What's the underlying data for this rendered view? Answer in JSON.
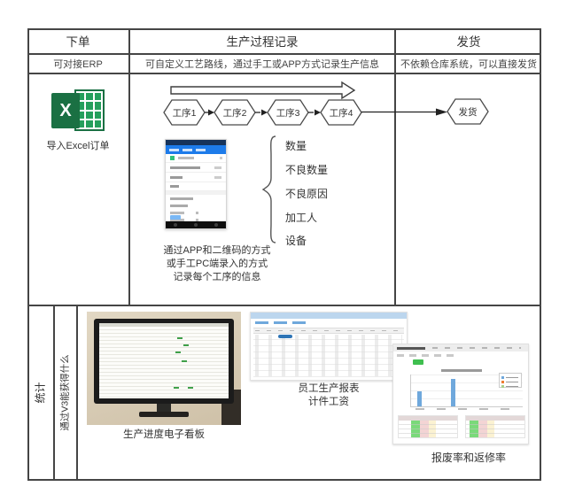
{
  "header": {
    "order": "下单",
    "process": "生产过程记录",
    "ship": "发货"
  },
  "subheader": {
    "order": "可对接ERP",
    "process": "可自定义工艺路线，通过手工或APP方式记录生产信息",
    "ship": "不依赖仓库系统，可以直接发货"
  },
  "order_cell": {
    "excel_letter": "X",
    "caption": "导入Excel订单"
  },
  "flow": {
    "steps": [
      "工序1",
      "工序2",
      "工序3",
      "工序4"
    ],
    "ship_node": "发货"
  },
  "record_fields": [
    "数量",
    "不良数量",
    "不良原因",
    "加工人",
    "设备"
  ],
  "note_lines": [
    "通过APP和二维码的方式",
    "或手工PC端录入的方式",
    "记录每个工序的信息"
  ],
  "stats": {
    "row_label": "统计",
    "question_label": "通过V3能获得什么",
    "board_caption": "生产进度电子看板",
    "report_caption_line1": "员工生产报表",
    "report_caption_line2": "计件工资",
    "rates_caption": "报废率和返修率"
  },
  "colors": {
    "grid_border": "#454545",
    "excel_green": "#1a7043",
    "app_blue": "#1d7bea",
    "bar_blue": "#6fa8dc",
    "button_green": "#3fbf4f",
    "highlight_green_cell": "#7ad97a",
    "highlight_pink_cell": "#f3d4d4",
    "highlight_yellow_cell": "#fbf2d2"
  },
  "mini_chart": {
    "type": "bar",
    "bars_relative_heights": [
      0.47,
      0.86
    ],
    "bar_color": "#6fa8dc",
    "x_tick_count": 5,
    "legend_entries": 3,
    "note": "embedded screenshot chart; labels illegible in source"
  }
}
